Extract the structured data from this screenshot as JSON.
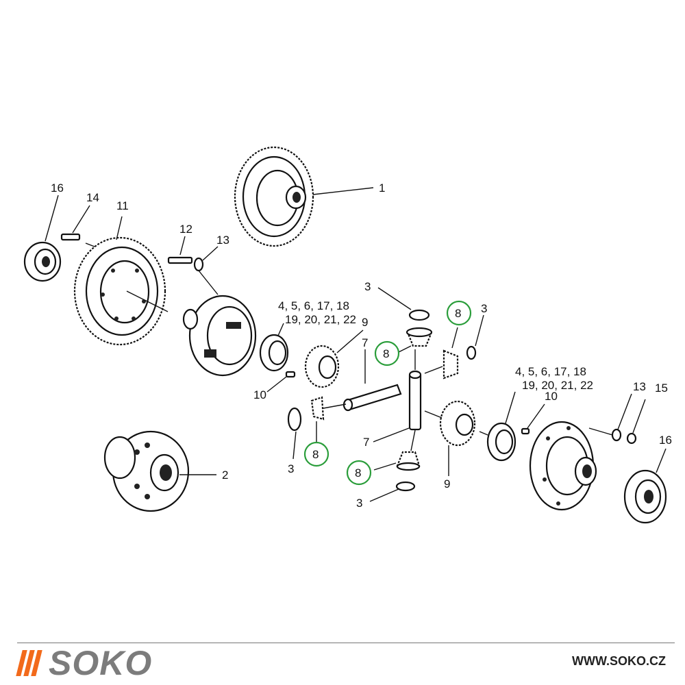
{
  "labels": {
    "p1": "1",
    "p2": "2",
    "p3a": "3",
    "p3b": "3",
    "p3c": "3",
    "p3d": "3",
    "grp_a_line1": "4, 5, 6, 17, 18",
    "grp_a_line2": "19, 20, 21, 22",
    "grp_b_line1": "4, 5, 6, 17, 18",
    "grp_b_line2": "19, 20, 21, 22",
    "p7a": "7",
    "p7b": "7",
    "p8a": "8",
    "p8b": "8",
    "p8c": "8",
    "p8d": "8",
    "p9a": "9",
    "p9b": "9",
    "p10a": "10",
    "p10b": "10",
    "p11": "11",
    "p12": "12",
    "p13a": "13",
    "p13b": "13",
    "p14": "14",
    "p15": "15",
    "p16a": "16",
    "p16b": "16"
  },
  "highlight_color": "#2a9d3a",
  "brand": {
    "name": "SOKO",
    "accent_color": "#f26a1b",
    "text_color": "#7c7c7c"
  },
  "website": "WWW.SOKO.CZ"
}
